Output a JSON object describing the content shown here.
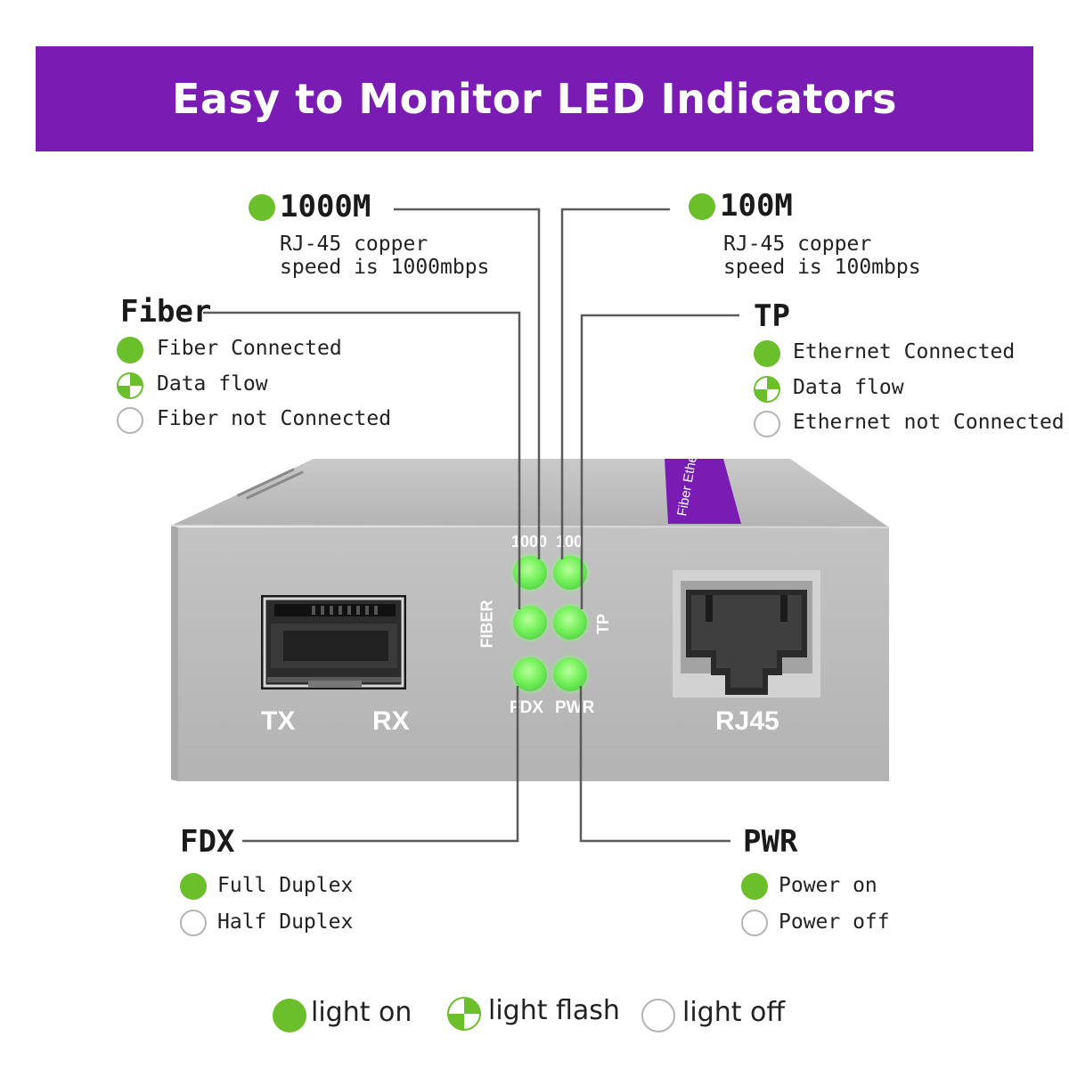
{
  "title": "Easy to Monitor LED Indicators",
  "colors": {
    "banner": "#7a1cb4",
    "led_green": "#6abf2b",
    "device_gray": "#b9b9b9"
  },
  "indicators": {
    "m1000": {
      "heading": "1000M",
      "desc_line1": "RJ-45 copper",
      "desc_line2": "speed is 1000mbps",
      "state": "on"
    },
    "m100": {
      "heading": "100M",
      "desc_line1": "RJ-45 copper",
      "desc_line2": "speed is 100mbps",
      "state": "on"
    },
    "fiber": {
      "heading": "Fiber",
      "items": [
        {
          "label": "Fiber Connected",
          "state": "on"
        },
        {
          "label": "Data flow",
          "state": "flash"
        },
        {
          "label": "Fiber not Connected",
          "state": "off"
        }
      ]
    },
    "tp": {
      "heading": "TP",
      "items": [
        {
          "label": "Ethernet Connected",
          "state": "on"
        },
        {
          "label": "Data flow",
          "state": "flash"
        },
        {
          "label": "Ethernet not Connected",
          "state": "off"
        }
      ]
    },
    "fdx": {
      "heading": "FDX",
      "items": [
        {
          "label": "Full Duplex",
          "state": "on"
        },
        {
          "label": "Half Duplex",
          "state": "off"
        }
      ]
    },
    "pwr": {
      "heading": "PWR",
      "items": [
        {
          "label": "Power on",
          "state": "on"
        },
        {
          "label": "Power off",
          "state": "off"
        }
      ]
    }
  },
  "device": {
    "port_tx": "TX",
    "port_rx": "RX",
    "port_rj45": "RJ45",
    "led_1000": "1000",
    "led_100": "100",
    "led_fiber": "FIBER",
    "led_tp": "TP",
    "led_fdx": "FDX",
    "led_pwr": "PWR",
    "top_label": "Fiber Ethernet"
  },
  "legend": [
    {
      "label": "light on",
      "state": "on"
    },
    {
      "label": "light flash",
      "state": "flash"
    },
    {
      "label": "light off",
      "state": "off"
    }
  ]
}
